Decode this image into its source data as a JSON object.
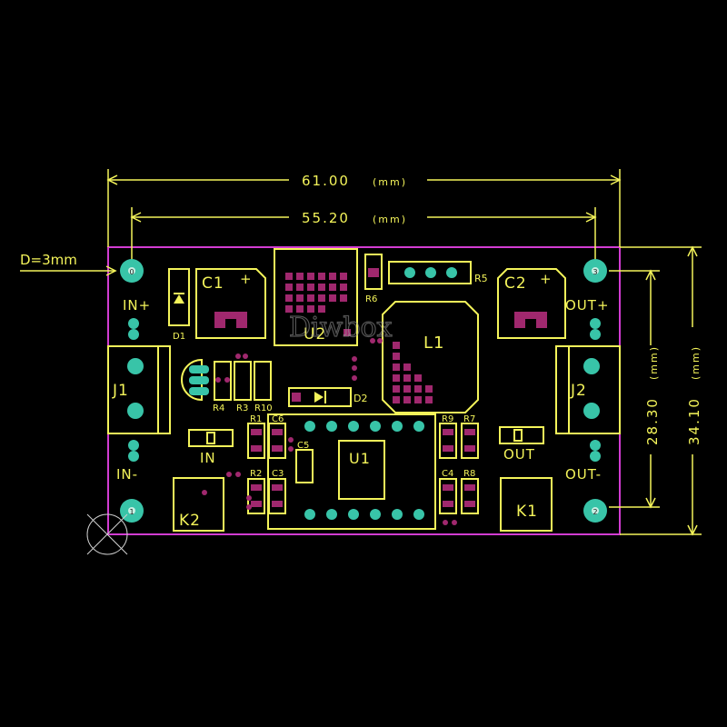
{
  "dimensions": {
    "width_outer": "61.00",
    "width_inner": "55.20",
    "height_inner": "28.30",
    "height_outer": "34.10",
    "unit": "(mm)",
    "hole_note": "D=3mm"
  },
  "holes": [
    "0",
    "3",
    "1",
    "2"
  ],
  "connectors": {
    "in_plus": "IN+",
    "in_minus": "IN-",
    "out_plus": "OUT+",
    "out_minus": "OUT-",
    "j1": "J1",
    "j2": "J2"
  },
  "components": {
    "c1": "C1",
    "c2": "C2",
    "plus": "+",
    "d1": "D1",
    "d2": "D2",
    "u1": "U1",
    "u2": "U2",
    "l1": "L1",
    "r1": "R1",
    "r2": "R2",
    "r3": "R3",
    "r4": "R4",
    "r5": "R5",
    "r6": "R6",
    "r7": "R7",
    "r8": "R8",
    "r9": "R9",
    "r10": "R10",
    "c3": "C3",
    "c4": "C4",
    "c5": "C5",
    "c6": "C6",
    "k1": "K1",
    "k2": "K2",
    "in_led": "IN",
    "out_led": "OUT"
  },
  "watermark": "Diwbox",
  "colors": {
    "background": "#000000",
    "silkscreen": "#f4f45a",
    "board_outline": "#d23cd2",
    "pad": "#a0286e",
    "hole": "#38c4a8"
  }
}
